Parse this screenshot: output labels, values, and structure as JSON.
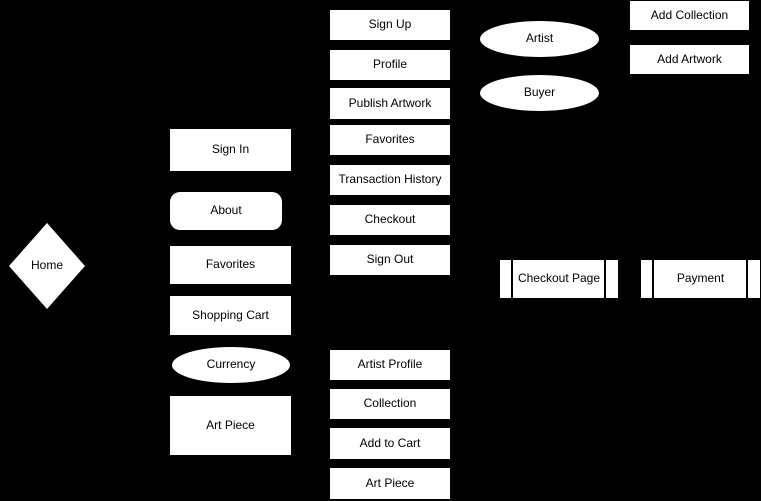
{
  "canvas": {
    "background_color": "#000000",
    "shape_fill_color": "#ffffff",
    "shape_text_color": "#000000"
  },
  "nodes": [
    {
      "id": "home",
      "label": "Home",
      "shape": "diamond"
    },
    {
      "id": "sign-in",
      "label": "Sign In",
      "shape": "rectangle"
    },
    {
      "id": "about",
      "label": "About",
      "shape": "rounded-rectangle"
    },
    {
      "id": "favorites-main",
      "label": "Favorites",
      "shape": "rectangle"
    },
    {
      "id": "shopping-cart",
      "label": "Shopping Cart",
      "shape": "rectangle"
    },
    {
      "id": "currency",
      "label": "Currency",
      "shape": "ellipse"
    },
    {
      "id": "art-piece-main",
      "label": "Art Piece",
      "shape": "rectangle"
    },
    {
      "id": "sign-up",
      "label": "Sign Up",
      "shape": "rectangle"
    },
    {
      "id": "profile",
      "label": "Profile",
      "shape": "rectangle"
    },
    {
      "id": "publish-artwork",
      "label": "Publish Artwork",
      "shape": "rectangle"
    },
    {
      "id": "favorites-account",
      "label": "Favorites",
      "shape": "rectangle"
    },
    {
      "id": "transaction-history",
      "label": "Transaction History",
      "shape": "rectangle"
    },
    {
      "id": "checkout",
      "label": "Checkout",
      "shape": "rectangle"
    },
    {
      "id": "sign-out",
      "label": "Sign Out",
      "shape": "rectangle"
    },
    {
      "id": "artist-profile",
      "label": "Artist Profile",
      "shape": "rectangle"
    },
    {
      "id": "collection",
      "label": "Collection",
      "shape": "rectangle"
    },
    {
      "id": "add-to-cart",
      "label": "Add to Cart",
      "shape": "rectangle"
    },
    {
      "id": "art-piece-detail",
      "label": "Art Piece",
      "shape": "rectangle"
    },
    {
      "id": "artist",
      "label": "Artist",
      "shape": "ellipse"
    },
    {
      "id": "buyer",
      "label": "Buyer",
      "shape": "ellipse"
    },
    {
      "id": "add-collection",
      "label": "Add Collection",
      "shape": "rectangle"
    },
    {
      "id": "add-artwork",
      "label": "Add Artwork",
      "shape": "rectangle"
    },
    {
      "id": "checkout-page",
      "label": "Checkout Page",
      "shape": "subroutine"
    },
    {
      "id": "payment",
      "label": "Payment",
      "shape": "subroutine"
    }
  ]
}
